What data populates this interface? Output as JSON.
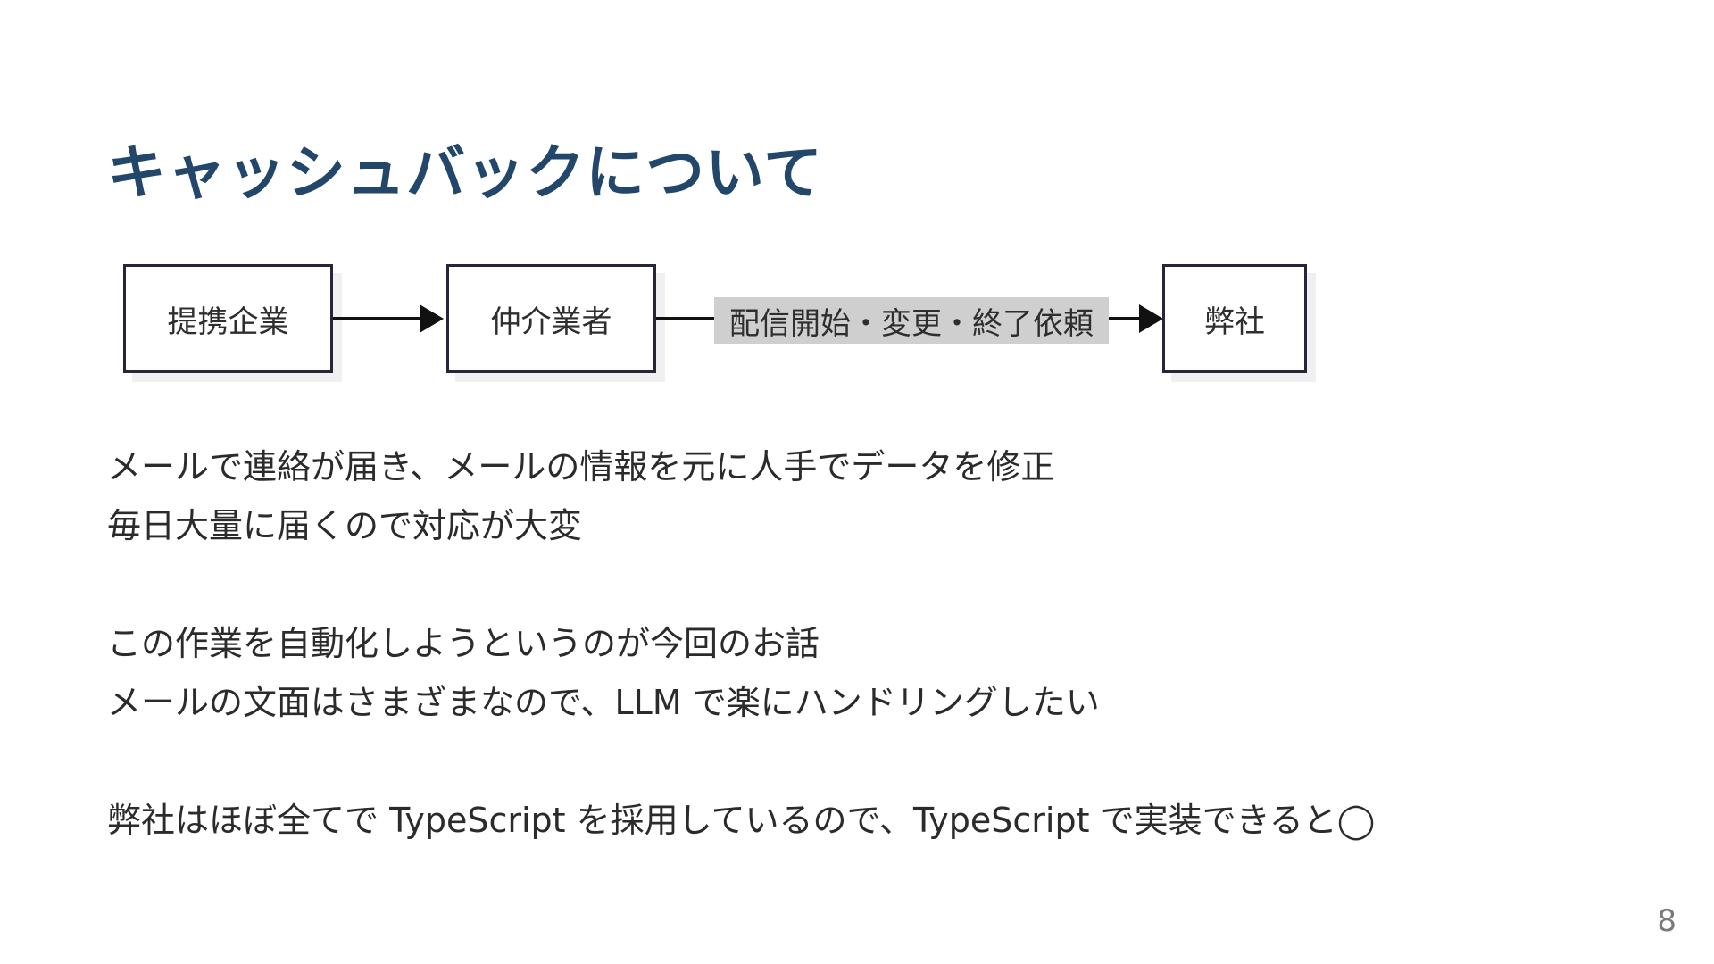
{
  "slide": {
    "title": "キャッシュバックについて",
    "page_number": "8"
  },
  "flow": {
    "nodes": [
      {
        "label": "提携企業"
      },
      {
        "label": "仲介業者"
      },
      {
        "label": "弊社"
      }
    ],
    "edge_label": "配信開始・変更・終了依頼",
    "colors": {
      "border": "#26263a",
      "arrow": "#111111",
      "label_background": "#cfcfcf"
    }
  },
  "paragraphs": [
    {
      "lines": [
        "メールで連絡が届き、メールの情報を元に人手でデータを修正",
        "毎日大量に届くので対応が大変"
      ]
    },
    {
      "lines": [
        "この作業を自動化しようというのが今回のお話",
        "メールの文面はさまざまなので、LLM で楽にハンドリングしたい"
      ]
    },
    {
      "lines": [
        "弊社はほぼ全てで TypeScript を採用しているので、TypeScript で実装できると◯"
      ]
    }
  ],
  "theme": {
    "title_color": "#23466b",
    "text_color": "#2b2b2b",
    "page_number_color": "#7a7a7a",
    "background": "#ffffff"
  }
}
